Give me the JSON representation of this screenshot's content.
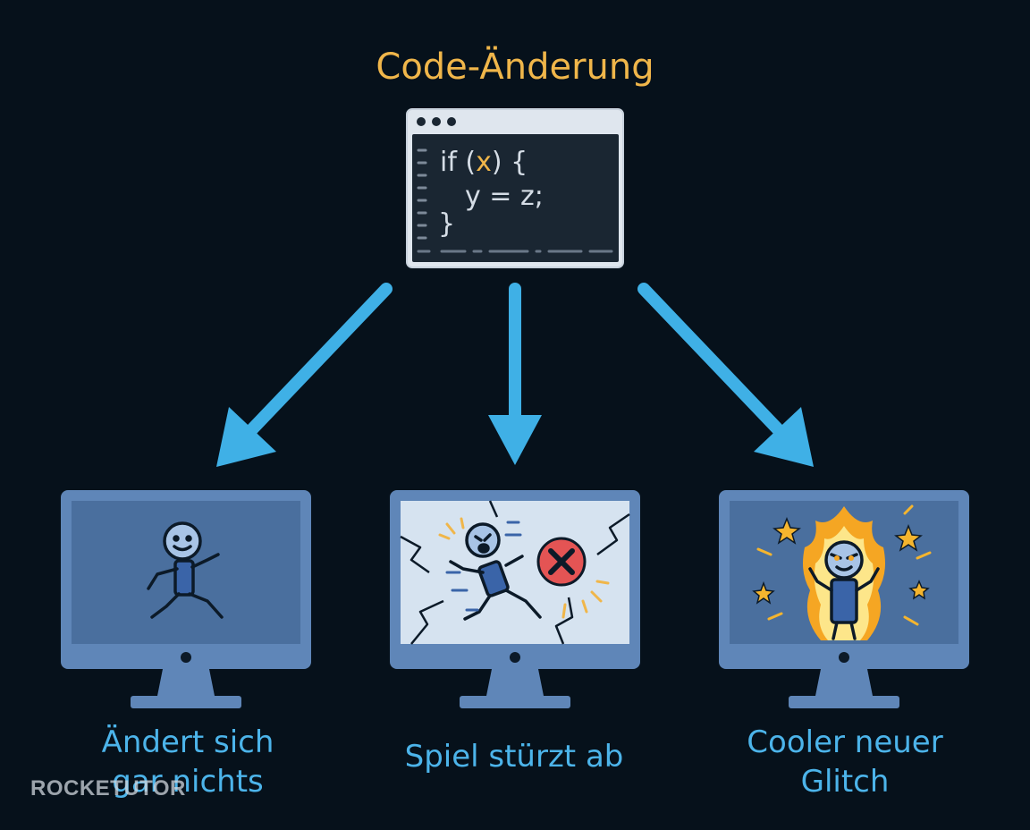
{
  "title": "Code-Änderung",
  "code": {
    "line1_a": "if (",
    "line1_var": "x",
    "line1_b": ") {",
    "line2": "y = z;",
    "line3": "}"
  },
  "outcomes": [
    {
      "label_line1": "Ändert sich",
      "label_line2": "gar nichts"
    },
    {
      "label_line1": "Spiel stürzt ab",
      "label_line2": ""
    },
    {
      "label_line1": "Cooler neuer",
      "label_line2": "Glitch"
    }
  ],
  "watermark": "ROCKETUTOR",
  "colors": {
    "background": "#06111b",
    "accent_orange": "#f0b64a",
    "arrow_blue": "#3fb0e6",
    "monitor_frame": "#5f86b8",
    "screen_blue": "#4a6f9e"
  },
  "icons": [
    "window-dots-icon",
    "stick-figure-running-icon",
    "crash-x-icon",
    "fire-aura-icon",
    "star-icon"
  ]
}
